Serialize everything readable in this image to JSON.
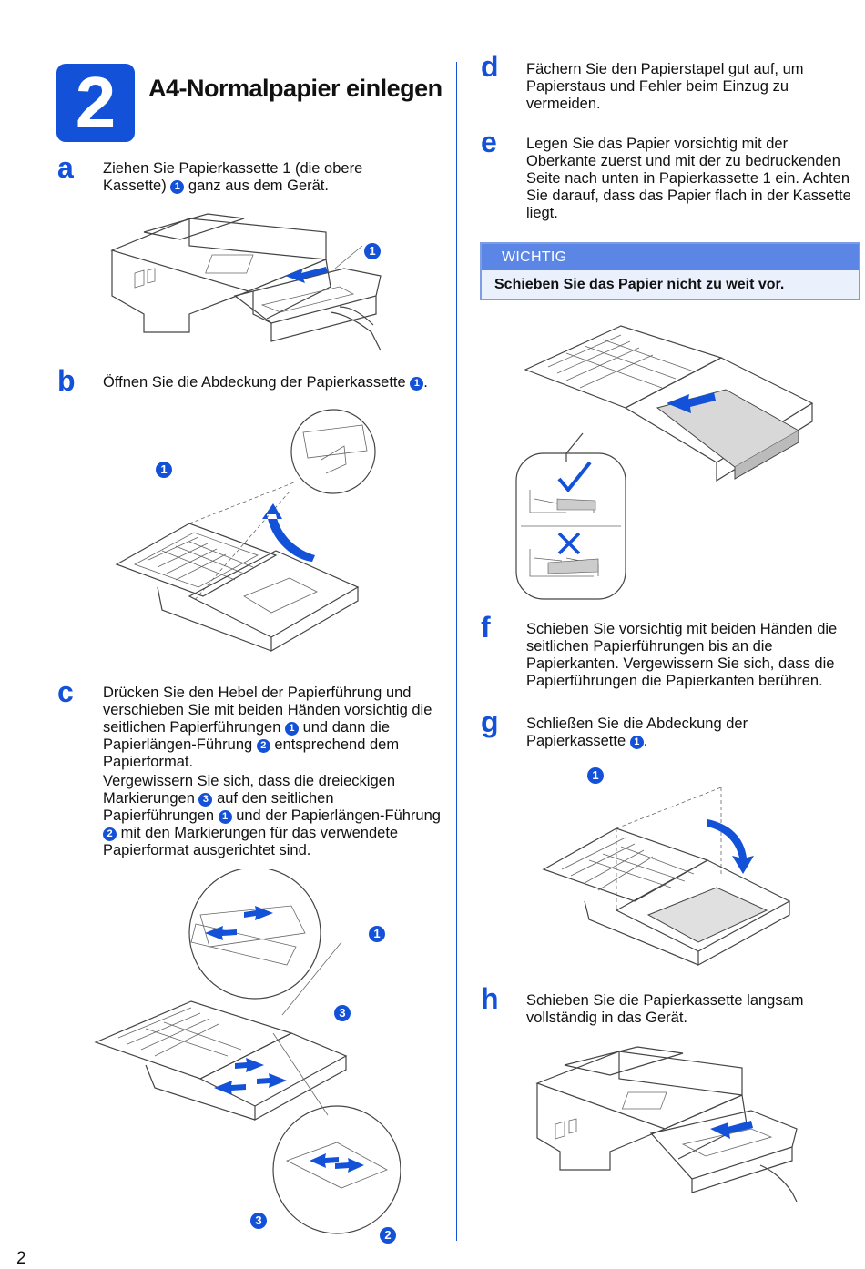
{
  "section": {
    "number": "2",
    "title": "A4-Normalpapier einlegen"
  },
  "steps": {
    "a": {
      "letter": "a",
      "text_before": "Ziehen Sie Papierkassette 1 (die obere Kassette)",
      "badge": "1",
      "text_after": "ganz aus dem Gerät."
    },
    "b": {
      "letter": "b",
      "text_before": "Öffnen Sie die Abdeckung der Papierkassette",
      "badge": "1",
      "text_after": "."
    },
    "c": {
      "letter": "c",
      "p1_part1": "Drücken Sie den Hebel der Papierführung und verschieben Sie mit beiden Händen vorsichtig die seitlichen Papierführungen",
      "p1_badge1": "1",
      "p1_part2": "und dann die Papierlängen-Führung",
      "p1_badge2": "2",
      "p1_part3": "entsprechend dem Papierformat.",
      "p2_part1": "Vergewissern Sie sich, dass die dreieckigen Markierungen",
      "p2_badge1": "3",
      "p2_part2": "auf den seitlichen Papierführungen",
      "p2_badge2": "1",
      "p2_part3": "und der Papierlängen-Führung",
      "p2_badge3": "2",
      "p2_part4": "mit den Markierungen für das verwendete Papierformat ausgerichtet sind."
    },
    "d": {
      "letter": "d",
      "text": "Fächern Sie den Papierstapel gut auf, um Papierstaus und Fehler beim Einzug zu vermeiden."
    },
    "e": {
      "letter": "e",
      "text": "Legen Sie das Papier vorsichtig mit der Oberkante zuerst und mit der zu bedruckenden Seite nach unten in  Papierkassette 1 ein. Achten Sie darauf, dass das Papier flach in der Kassette liegt."
    },
    "f": {
      "letter": "f",
      "text": "Schieben Sie vorsichtig mit beiden Händen die seitlichen Papierführungen bis an die Papierkanten. Vergewissern Sie sich, dass die Papierführungen die Papierkanten berühren."
    },
    "g": {
      "letter": "g",
      "text_before": "Schließen Sie die Abdeckung der Papierkassette",
      "badge": "1",
      "text_after": "."
    },
    "h": {
      "letter": "h",
      "text": "Schieben Sie die Papierkassette langsam vollständig in das Gerät."
    }
  },
  "important": {
    "heading": "WICHTIG",
    "body": "Schieben Sie das Papier nicht zu weit vor."
  },
  "callouts": {
    "fig_a": [
      "1"
    ],
    "fig_b": [
      "1"
    ],
    "fig_c": [
      "1",
      "3",
      "3",
      "2"
    ],
    "fig_g": [
      "1"
    ]
  },
  "icons": {
    "correct": "check-mark-icon",
    "wrong": "cross-mark-icon"
  },
  "colors": {
    "accent": "#1351d8",
    "important_header": "#5b86e6",
    "important_body": "#eaf0fc"
  },
  "page_number": "2"
}
